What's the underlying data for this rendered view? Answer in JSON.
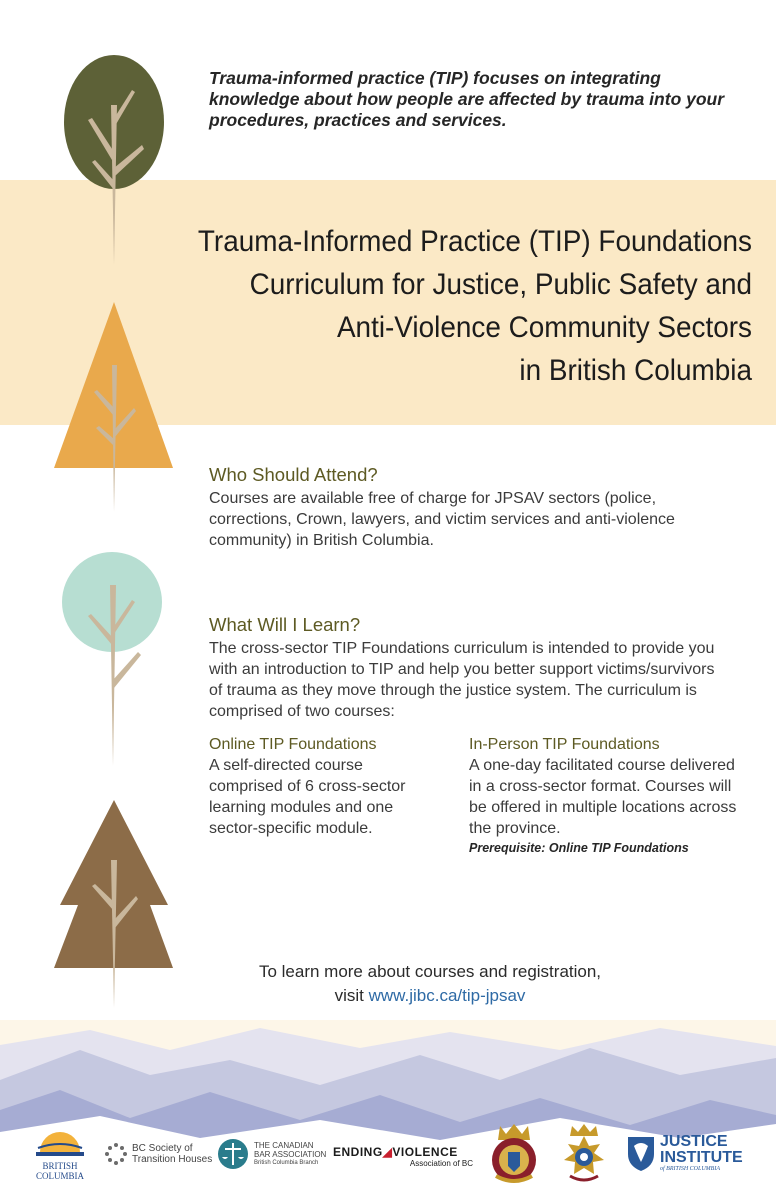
{
  "intro": "Trauma-informed practice (TIP) focuses on integrating knowledge about how people are affected by trauma into your procedures, practices and services.",
  "title": {
    "line1": "Trauma-Informed Practice (TIP) Foundations",
    "line2": "Curriculum for Justice, Public Safety and",
    "line3": "Anti-Violence Community Sectors",
    "line4": "in British Columbia"
  },
  "who": {
    "heading": "Who Should Attend?",
    "body": "Courses are available free of charge for JPSAV sectors (police, corrections, Crown, lawyers, and victim services and anti-violence community) in British Columbia."
  },
  "what": {
    "heading": "What Will I Learn?",
    "body": "The cross-sector TIP Foundations curriculum is intended to provide you with an introduction to TIP and help you better support victims/survivors of trauma as they move through the justice system. The curriculum is comprised of two courses:"
  },
  "online": {
    "heading": "Online TIP Foundations",
    "body": "A self-directed course comprised of 6 cross-sector learning modules and one sector-specific module."
  },
  "inperson": {
    "heading": "In-Person TIP Foundations",
    "body": "A one-day facilitated course delivered in a cross-sector format. Courses will be offered in multiple locations across the province.",
    "prereq": "Prerequisite: Online TIP Foundations"
  },
  "cta": {
    "line1": "To learn more about courses and registration,",
    "visit": "visit",
    "url": "www.jibc.ca/tip-jpsav"
  },
  "logos": {
    "bc": "BRITISH COLUMBIA",
    "bcsth1": "BC Society of",
    "bcsth2": "Transition Houses",
    "cba1": "THE CANADIAN",
    "cba2": "BAR ASSOCIATION",
    "cba3": "British Columbia Branch",
    "ev1": "ENDING",
    "ev2": "VIOLENCE",
    "ev3": "Association of BC",
    "jibc1": "JUSTICE",
    "jibc2": "INSTITUTE",
    "jibc3": "of BRITISH COLUMBIA"
  },
  "colors": {
    "band": "#fbe9c6",
    "tree1": "#5d6137",
    "tree2": "#e9a94c",
    "tree3": "#b7ded2",
    "tree4": "#8c6c48",
    "trunk": "#c9b79c",
    "heading": "#5d5a23",
    "link": "#2e6aa5"
  }
}
